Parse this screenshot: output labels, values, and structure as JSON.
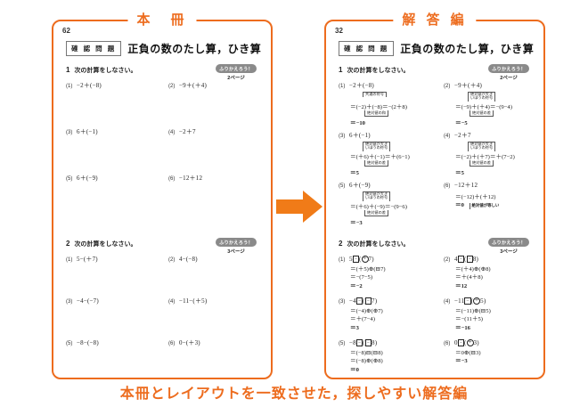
{
  "left_book": {
    "banner": "本　冊",
    "folio": "62",
    "heading": {
      "tag": "確 認 問 題",
      "title": "正負の数のたし算，ひき算"
    },
    "sections": [
      {
        "num": "1",
        "instruction": "次の計算をしなさい。",
        "recall": {
          "pill": "ふりかえろう！",
          "page": "2ページ"
        },
        "items": [
          {
            "label": "(1)",
            "expr": "−2＋(−8)"
          },
          {
            "label": "(2)",
            "expr": "−9＋(＋4)"
          },
          {
            "label": "(3)",
            "expr": "6＋(−1)"
          },
          {
            "label": "(4)",
            "expr": "−2＋7"
          },
          {
            "label": "(5)",
            "expr": "6＋(−9)"
          },
          {
            "label": "(6)",
            "expr": "−12＋12"
          }
        ]
      },
      {
        "num": "2",
        "instruction": "次の計算をしなさい。",
        "recall": {
          "pill": "ふりかえろう！",
          "page": "3ページ"
        },
        "items": [
          {
            "label": "(1)",
            "expr": "5−(＋7)"
          },
          {
            "label": "(2)",
            "expr": "4−(−8)"
          },
          {
            "label": "(3)",
            "expr": "−4−(−7)"
          },
          {
            "label": "(4)",
            "expr": "−11−(＋5)"
          },
          {
            "label": "(5)",
            "expr": "−8−(−8)"
          },
          {
            "label": "(6)",
            "expr": "0−(＋3)"
          }
        ]
      }
    ]
  },
  "right_book": {
    "banner": "解 答 編",
    "folio": "32",
    "heading": {
      "tag": "確 認 問 題",
      "title": "正負の数のたし算，ひき算"
    },
    "sections": [
      {
        "num": "1",
        "instruction": "次の計算をしなさい。",
        "recall": {
          "pill": "ふりかえろう！",
          "page": "2ページ"
        },
        "items": [
          {
            "label": "(1)",
            "expr": "−2＋(−8)",
            "cap_top": "共通の符号",
            "cap_bottom": "絶対値の和",
            "work": "＝(−2)＋(−8)＝−(2＋8)",
            "answer": "＝−10"
          },
          {
            "label": "(2)",
            "expr": "−9＋(＋4)",
            "cap_top": "絶対値が大き\nいほうの符号",
            "cap_bottom": "絶対値の差",
            "work": "＝(−9)＋(＋4)＝−(9−4)",
            "answer": "＝−5"
          },
          {
            "label": "(3)",
            "expr": "6＋(−1)",
            "cap_top": "絶対値が大き\nいほうの符号",
            "cap_bottom": "絶対値の差",
            "work": "＝(＋6)＋(−1)＝＋(6−1)",
            "answer": "＝5"
          },
          {
            "label": "(4)",
            "expr": "−2＋7",
            "cap_top": "絶対値が大き\nいほうの符号",
            "cap_bottom": "絶対値の差",
            "work": "＝(−2)＋(＋7)＝＋(7−2)",
            "answer": "＝5"
          },
          {
            "label": "(5)",
            "expr": "6＋(−9)",
            "cap_top": "絶対値が大き\nいほうの符号",
            "cap_bottom": "絶対値の差",
            "work": "＝(＋6)＋(−9)＝−(9−6)",
            "answer": "＝−3"
          },
          {
            "label": "(6)",
            "expr": "−12＋12",
            "side_note": "絶対値が等しい",
            "work": "＝(−12)＋(＋12)",
            "answer": "＝0"
          }
        ]
      },
      {
        "num": "2",
        "instruction": "次の計算をしなさい。",
        "recall": {
          "pill": "ふりかえろう！",
          "page": "3ページ"
        },
        "items": [
          {
            "label": "(1)",
            "expr_parts": [
              "5",
              "−",
              "(",
              "＋",
              "7)"
            ],
            "lines": [
              "＝(＋5)⊕(⊟7)",
              "＝−(7−5)"
            ],
            "answer": "＝−2"
          },
          {
            "label": "(2)",
            "expr_parts": [
              "4",
              "−",
              "(",
              "−",
              "8)"
            ],
            "lines": [
              "＝(＋4)⊕(⊕8)",
              "＝＋(4＋8)"
            ],
            "answer": "＝12"
          },
          {
            "label": "(3)",
            "expr_parts": [
              "−4",
              "−",
              "(",
              "−",
              "7)"
            ],
            "lines": [
              "＝(−4)⊕(⊕7)",
              "＝＋(7−4)"
            ],
            "answer": "＝3"
          },
          {
            "label": "(4)",
            "expr_parts": [
              "−11",
              "−",
              "(",
              "＋",
              "5)"
            ],
            "lines": [
              "＝(−11)⊕(⊟5)",
              "＝−(11＋5)"
            ],
            "answer": "＝−16"
          },
          {
            "label": "(5)",
            "expr_parts": [
              "−8",
              "−",
              "(",
              "−",
              "8)"
            ],
            "lines": [
              "＝(−8)⊟(⊟8)",
              "＝(−8)⊕(⊕8)"
            ],
            "answer": "＝0"
          },
          {
            "label": "(6)",
            "expr_parts": [
              "0",
              "−",
              "(",
              "＋",
              "3)"
            ],
            "lines": [
              "＝0⊕(⊟3)"
            ],
            "answer": "＝−3"
          }
        ]
      }
    ]
  },
  "arrow": {
    "name": "right-arrow",
    "color": "#F07B18"
  },
  "bottom_caption": "本冊とレイアウトを一致させた，探しやすい解答編",
  "colors": {
    "accent": "#ED6C1E",
    "badge": "#8A8A8A",
    "text": "#222222"
  }
}
